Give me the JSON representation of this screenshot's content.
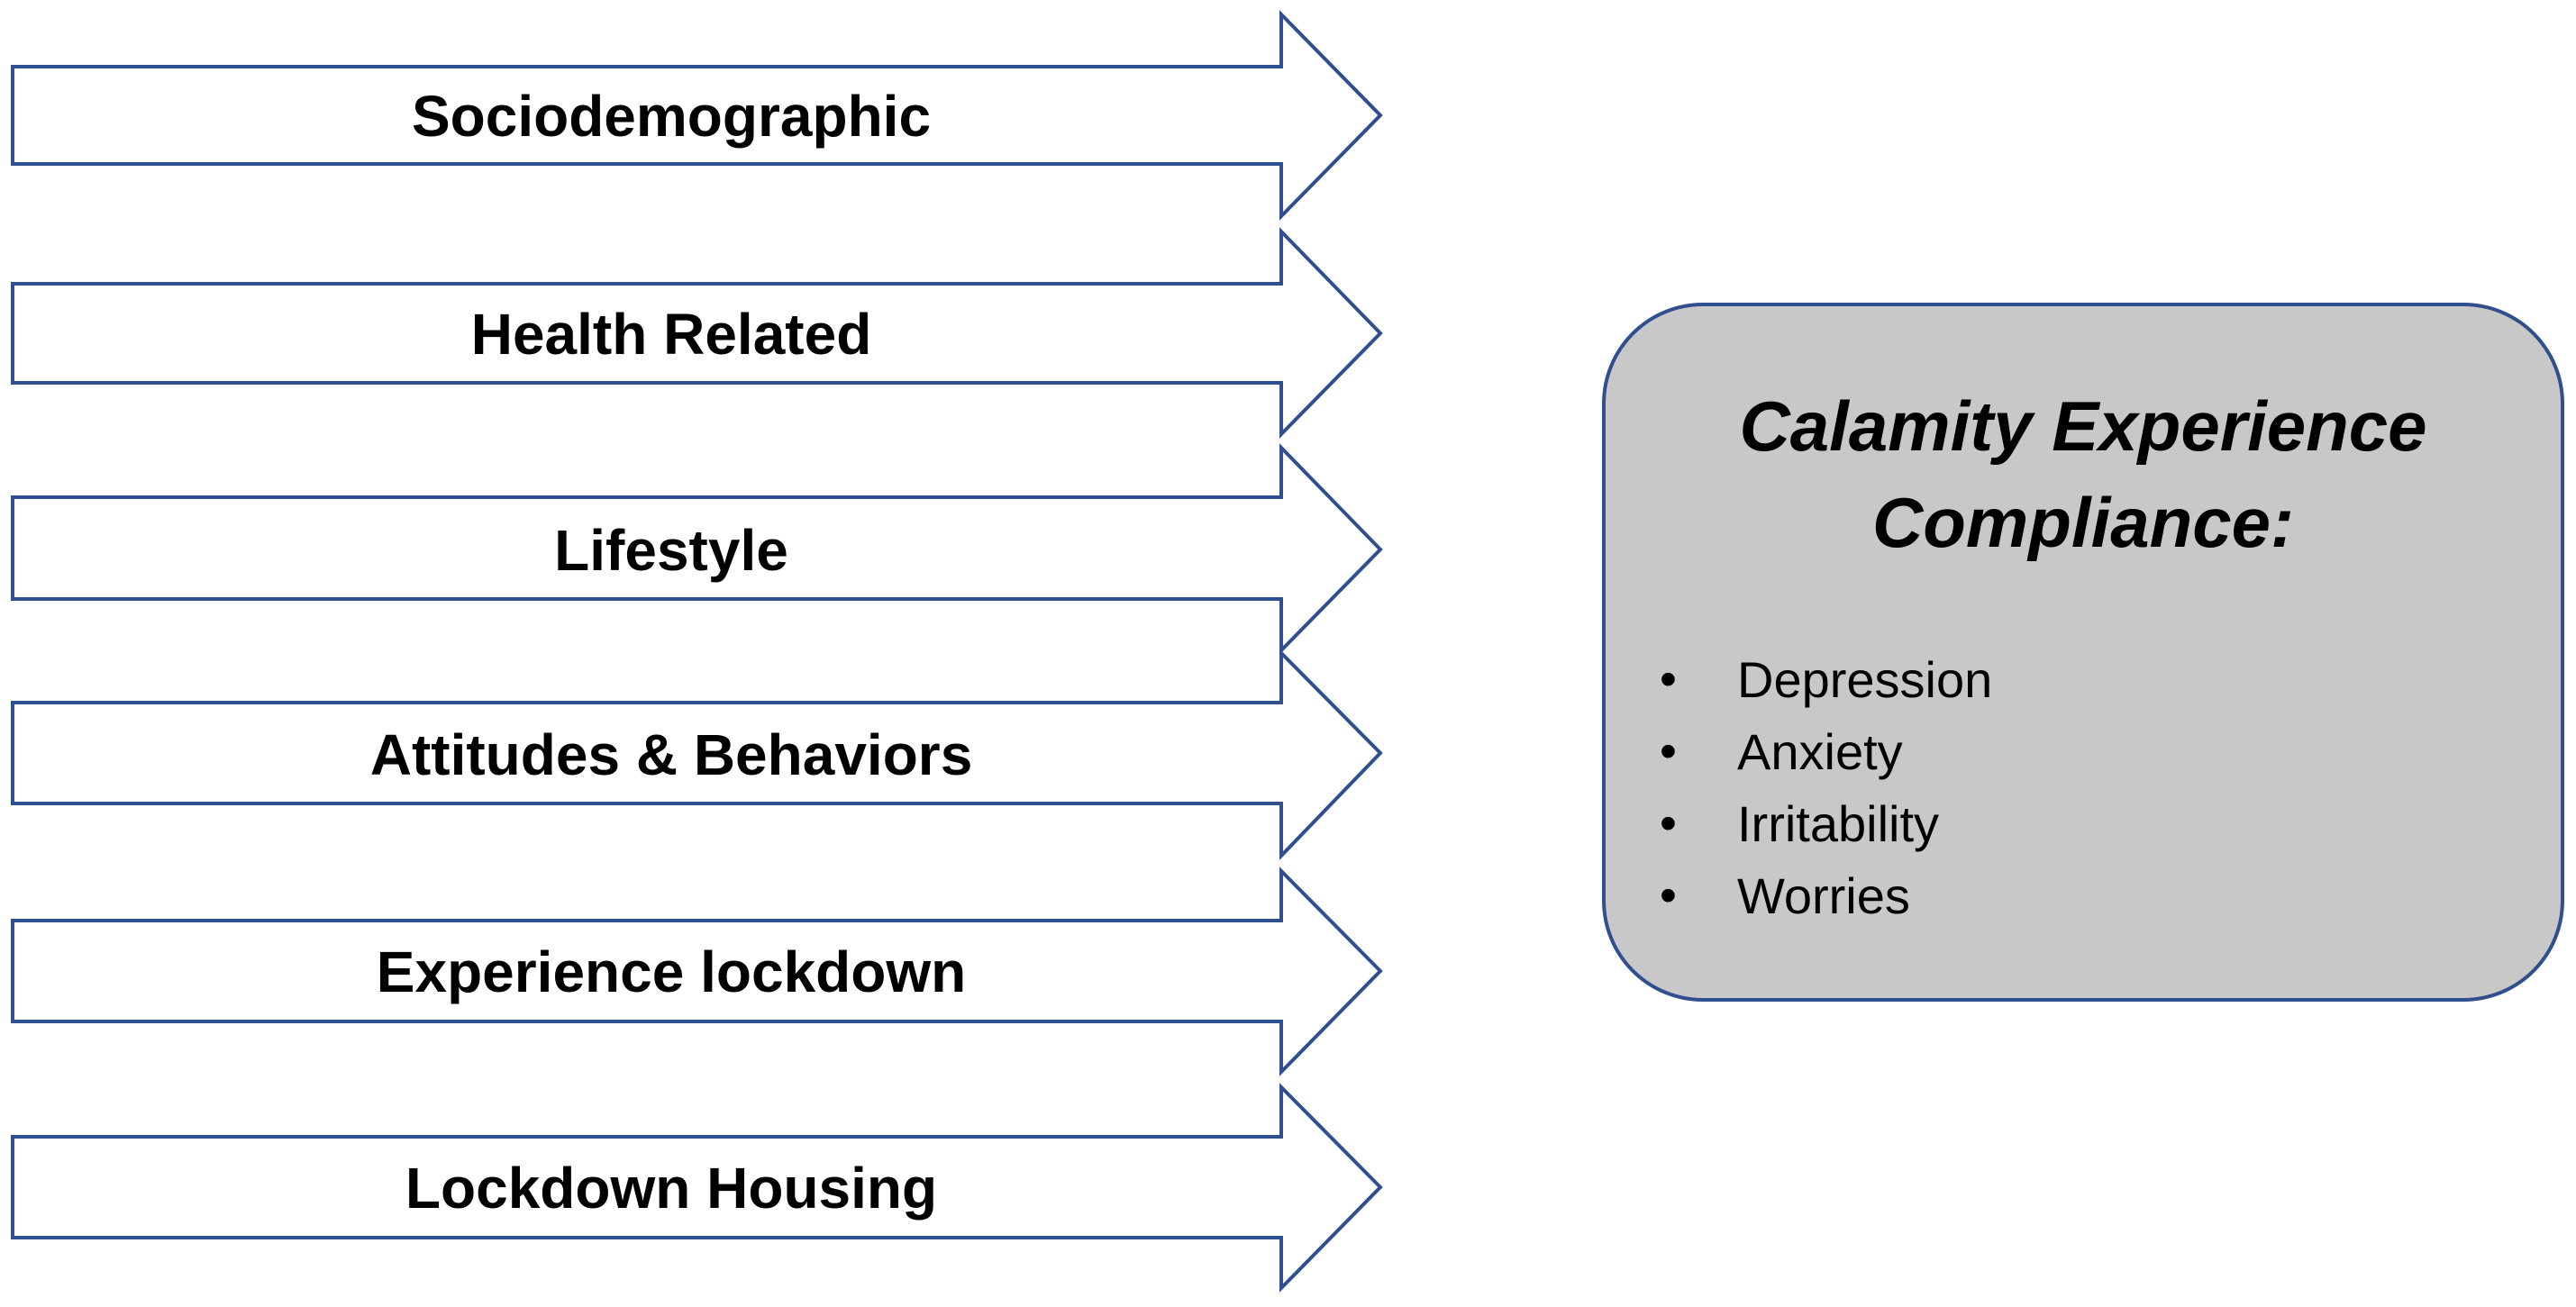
{
  "factors": [
    {
      "label": "Sociodemographic"
    },
    {
      "label": "Health Related"
    },
    {
      "label": "Lifestyle"
    },
    {
      "label": "Attitudes & Behaviors"
    },
    {
      "label": "Experience lockdown"
    },
    {
      "label": "Lockdown Housing"
    }
  ],
  "outcome": {
    "title_line1": "Calamity Experience",
    "title_line2": "Compliance:",
    "items": [
      {
        "bullet": "•",
        "text": "Depression"
      },
      {
        "bullet": "•",
        "text": "Anxiety"
      },
      {
        "bullet": "•",
        "text": "Irritability"
      },
      {
        "bullet": "•",
        "text": "Worries"
      }
    ]
  },
  "colors": {
    "outline": "#2f4f8f",
    "box_fill": "#c8c8c8",
    "arrow_fill": "#ffffff",
    "text": "#000000"
  }
}
